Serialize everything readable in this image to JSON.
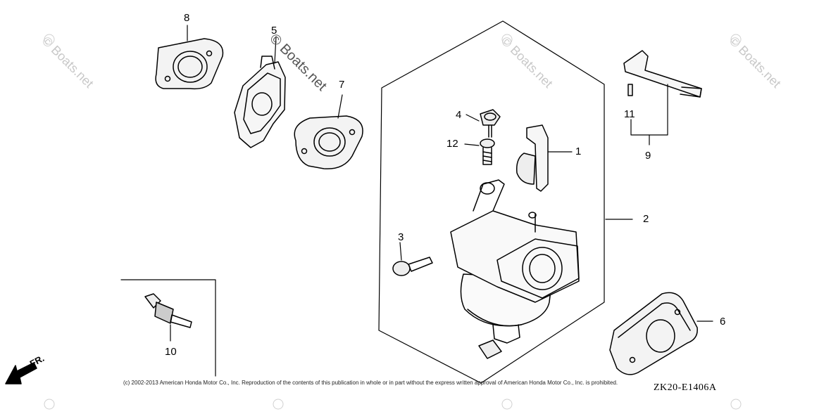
{
  "callouts": [
    {
      "id": "8",
      "text": "8"
    },
    {
      "id": "5",
      "text": "5"
    },
    {
      "id": "7",
      "text": "7"
    },
    {
      "id": "4",
      "text": "4"
    },
    {
      "id": "12",
      "text": "12"
    },
    {
      "id": "1",
      "text": "1"
    },
    {
      "id": "2",
      "text": "2"
    },
    {
      "id": "3",
      "text": "3"
    },
    {
      "id": "6",
      "text": "6"
    },
    {
      "id": "10",
      "text": "10"
    },
    {
      "id": "11",
      "text": "11"
    },
    {
      "id": "9",
      "text": "9"
    }
  ],
  "watermark": {
    "text": "© Boats.net"
  },
  "direction_label": "FR.",
  "copyright": "(c) 2002-2013 American Honda Motor Co., Inc. Reproduction of the contents of this publication in whole or in part without the express written approval of American Honda Motor Co., Inc. is prohibited.",
  "drawing_code": "ZK20-E1406A"
}
